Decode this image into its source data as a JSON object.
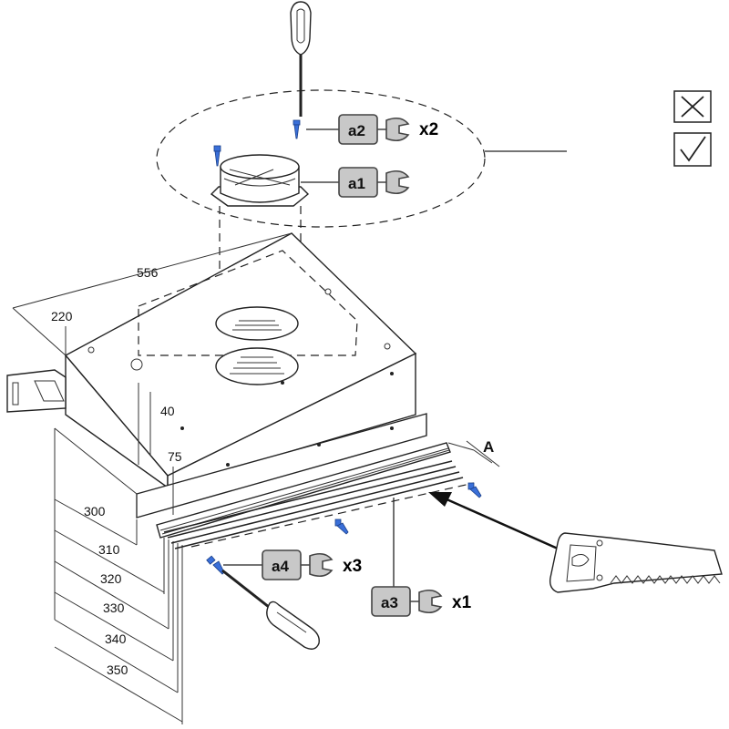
{
  "dimensions": {
    "width": "556",
    "depth": "220",
    "offset_40": "40",
    "offset_75": "75",
    "steps": [
      "300",
      "310",
      "320",
      "330",
      "340",
      "350"
    ],
    "cut": "A"
  },
  "callouts": [
    {
      "label": "a1",
      "qty": ""
    },
    {
      "label": "a2",
      "qty": "x2"
    },
    {
      "label": "a3",
      "qty": "x1"
    },
    {
      "label": "a4",
      "qty": "x3"
    }
  ],
  "icons": [
    "screwdriver-icon",
    "wrench-icon",
    "saw-icon",
    "cross-box-icon",
    "check-box-icon",
    "screw-icon"
  ],
  "colors": {
    "screw": "#3a6fd8",
    "badge_fill": "#c8c8c8",
    "badge_border": "#444444",
    "line": "#222222"
  }
}
